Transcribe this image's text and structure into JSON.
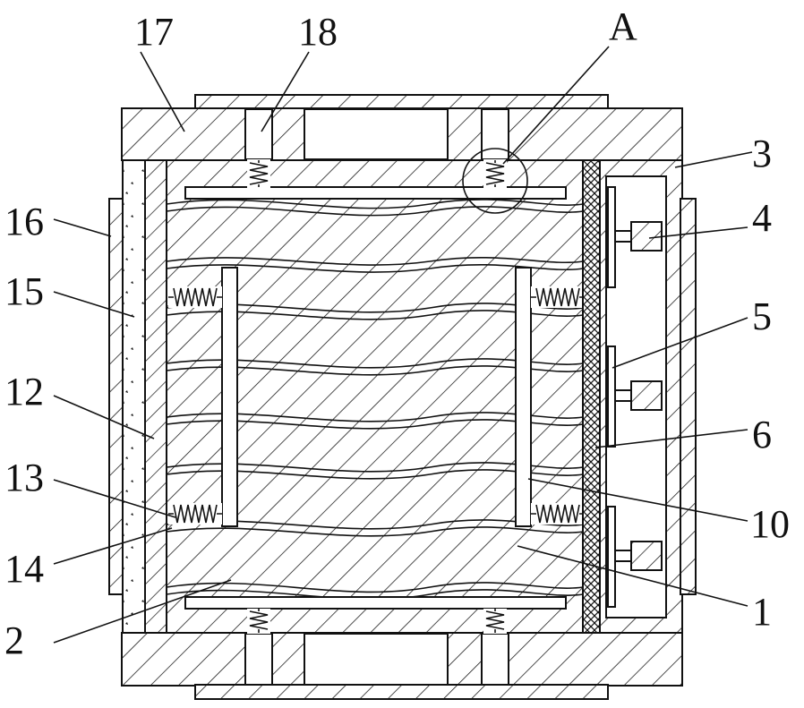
{
  "figure": {
    "labels": {
      "l17": "17",
      "l18": "18",
      "lA": "A",
      "l3": "3",
      "l4": "4",
      "l16": "16",
      "l15": "15",
      "l5": "5",
      "l12": "12",
      "l6": "6",
      "l13": "13",
      "l10": "10",
      "l14": "14",
      "l1": "1",
      "l2": "2"
    }
  },
  "colors": {
    "line": "#111111",
    "background": "#ffffff"
  }
}
